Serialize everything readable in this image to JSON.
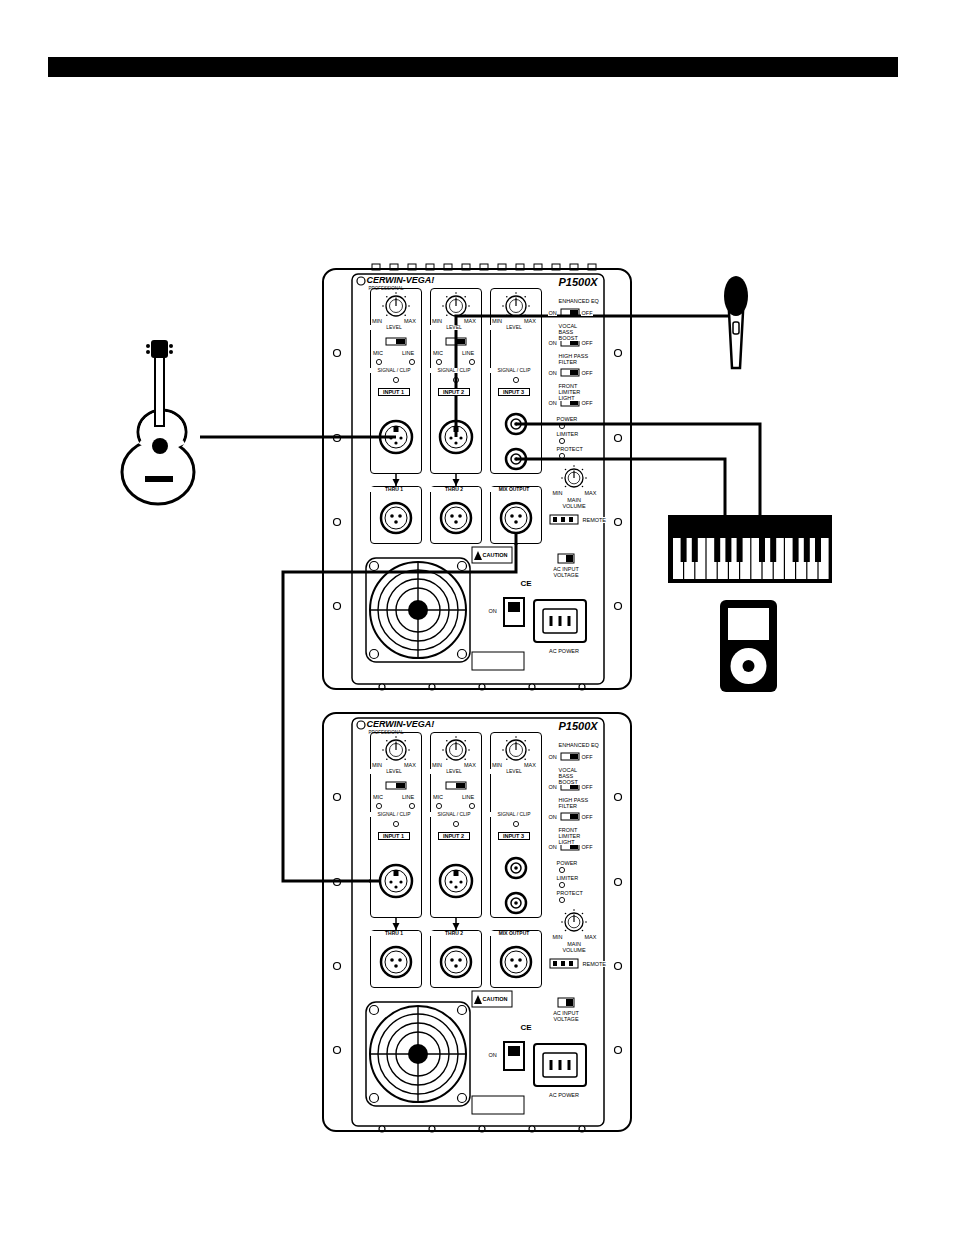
{
  "diagram": {
    "nodes": [
      {
        "text": [
          "CERWIN-VEGA!",
          "PROFESSIONAL",
          "P1500X"
        ]
      },
      {
        "text": [
          "MIN",
          "MAX",
          "LEVEL",
          "MIC",
          "LINE",
          "SIGNAL / CLIP",
          "INPUT 1"
        ],
        "in": 0
      },
      {
        "text": [
          "MIN",
          "MAX",
          "LEVEL",
          "MIC",
          "LINE",
          "SIGNAL / CLIP",
          "INPUT 2"
        ],
        "in": 0
      },
      {
        "text": [
          "MIN",
          "MAX",
          "LEVEL",
          "SIGNAL / CLIP",
          "INPUT 3"
        ],
        "in": 0
      },
      {
        "text": [
          "THRU 1"
        ],
        "in": 0
      },
      {
        "text": [
          "THRU 2"
        ],
        "in": 0
      },
      {
        "text": [
          "MIX OUTPUT"
        ],
        "in": 0
      },
      {
        "text": [
          "CERWIN-VEGA!",
          "PROFESSIONAL",
          "P1500X"
        ]
      },
      {
        "text": [
          "MIN",
          "MAX",
          "LEVEL",
          "MIC",
          "LINE",
          "SIGNAL / CLIP",
          "INPUT 1"
        ],
        "in": 7
      },
      {
        "text": [
          "MIN",
          "MAX",
          "LEVEL",
          "MIC",
          "LINE",
          "SIGNAL / CLIP",
          "INPUT 2"
        ],
        "in": 7
      },
      {
        "text": [
          "MIN",
          "MAX",
          "LEVEL",
          "SIGNAL / CLIP",
          "INPUT 3"
        ],
        "in": 7
      },
      {
        "text": [
          "THRU 1"
        ],
        "in": 7
      },
      {
        "text": [
          "THRU 2"
        ],
        "in": 7
      },
      {
        "text": [
          "MIX OUTPUT"
        ],
        "in": 7
      }
    ],
    "edges": [
      {
        "from": 1,
        "to": 4,
        "arrow": "to"
      },
      {
        "from": 2,
        "to": 5,
        "arrow": "to"
      },
      {
        "from": 8,
        "to": 11,
        "arrow": "to"
      },
      {
        "from": 9,
        "to": 12,
        "arrow": "to"
      },
      {
        "from": 6,
        "to": 8,
        "arrow": "none"
      }
    ],
    "labels": [
      "ENHANCED EQ",
      "ON",
      "OFF",
      "VOCAL BASS BOOST",
      "ON",
      "OFF",
      "HIGH PASS FILTER",
      "ON",
      "OFF",
      "FRONT LIMITER LIGHT",
      "ON",
      "OFF",
      "POWER",
      "LIMITER",
      "PROTECT",
      "MIN",
      "MAX",
      "MAIN VOLUME",
      "REMOTE",
      "CAUTION",
      "AC INPUT VOLTAGE",
      "CE",
      "ON",
      "AC POWER",
      "ENHANCED EQ",
      "ON",
      "OFF",
      "VOCAL BASS BOOST",
      "ON",
      "OFF",
      "HIGH PASS FILTER",
      "ON",
      "OFF",
      "FRONT LIMITER LIGHT",
      "ON",
      "OFF",
      "POWER",
      "LIMITER",
      "PROTECT",
      "MIN",
      "MAX",
      "MAIN VOLUME",
      "REMOTE",
      "CAUTION",
      "AC INPUT VOLTAGE",
      "CE",
      "ON",
      "AC POWER"
    ]
  }
}
